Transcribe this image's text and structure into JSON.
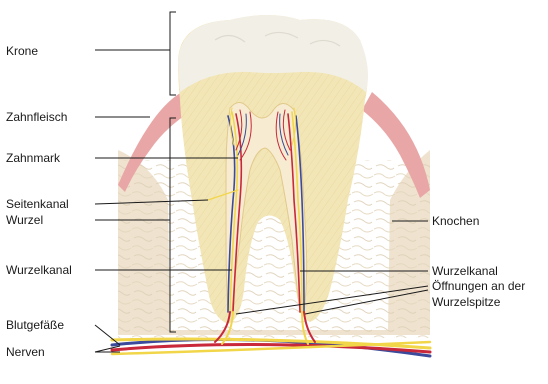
{
  "labels": {
    "krone": "Krone",
    "zahnfleisch": "Zahnfleisch",
    "zahnmark": "Zahnmark",
    "seitenkanal": "Seitenkanal",
    "wurzel": "Wurzel",
    "wurzelkanal_left": "Wurzelkanal",
    "blutgefaesse": "Blutgefäße",
    "nerven": "Nerven",
    "knochen": "Knochen",
    "wurzelkanal_right": "Wurzelkanal",
    "oeffnungen_line1": "Öffnungen an der",
    "oeffnungen_line2": "Wurzelspitze"
  },
  "colors": {
    "enamel": "#f2efe6",
    "dentin": "#f3e6b6",
    "gum": "#e9a6a6",
    "bone": "#efe3cf",
    "nerve_yellow": "#f2d64a",
    "vessel_red": "#c8283a",
    "vessel_blue": "#3b4a9a"
  }
}
